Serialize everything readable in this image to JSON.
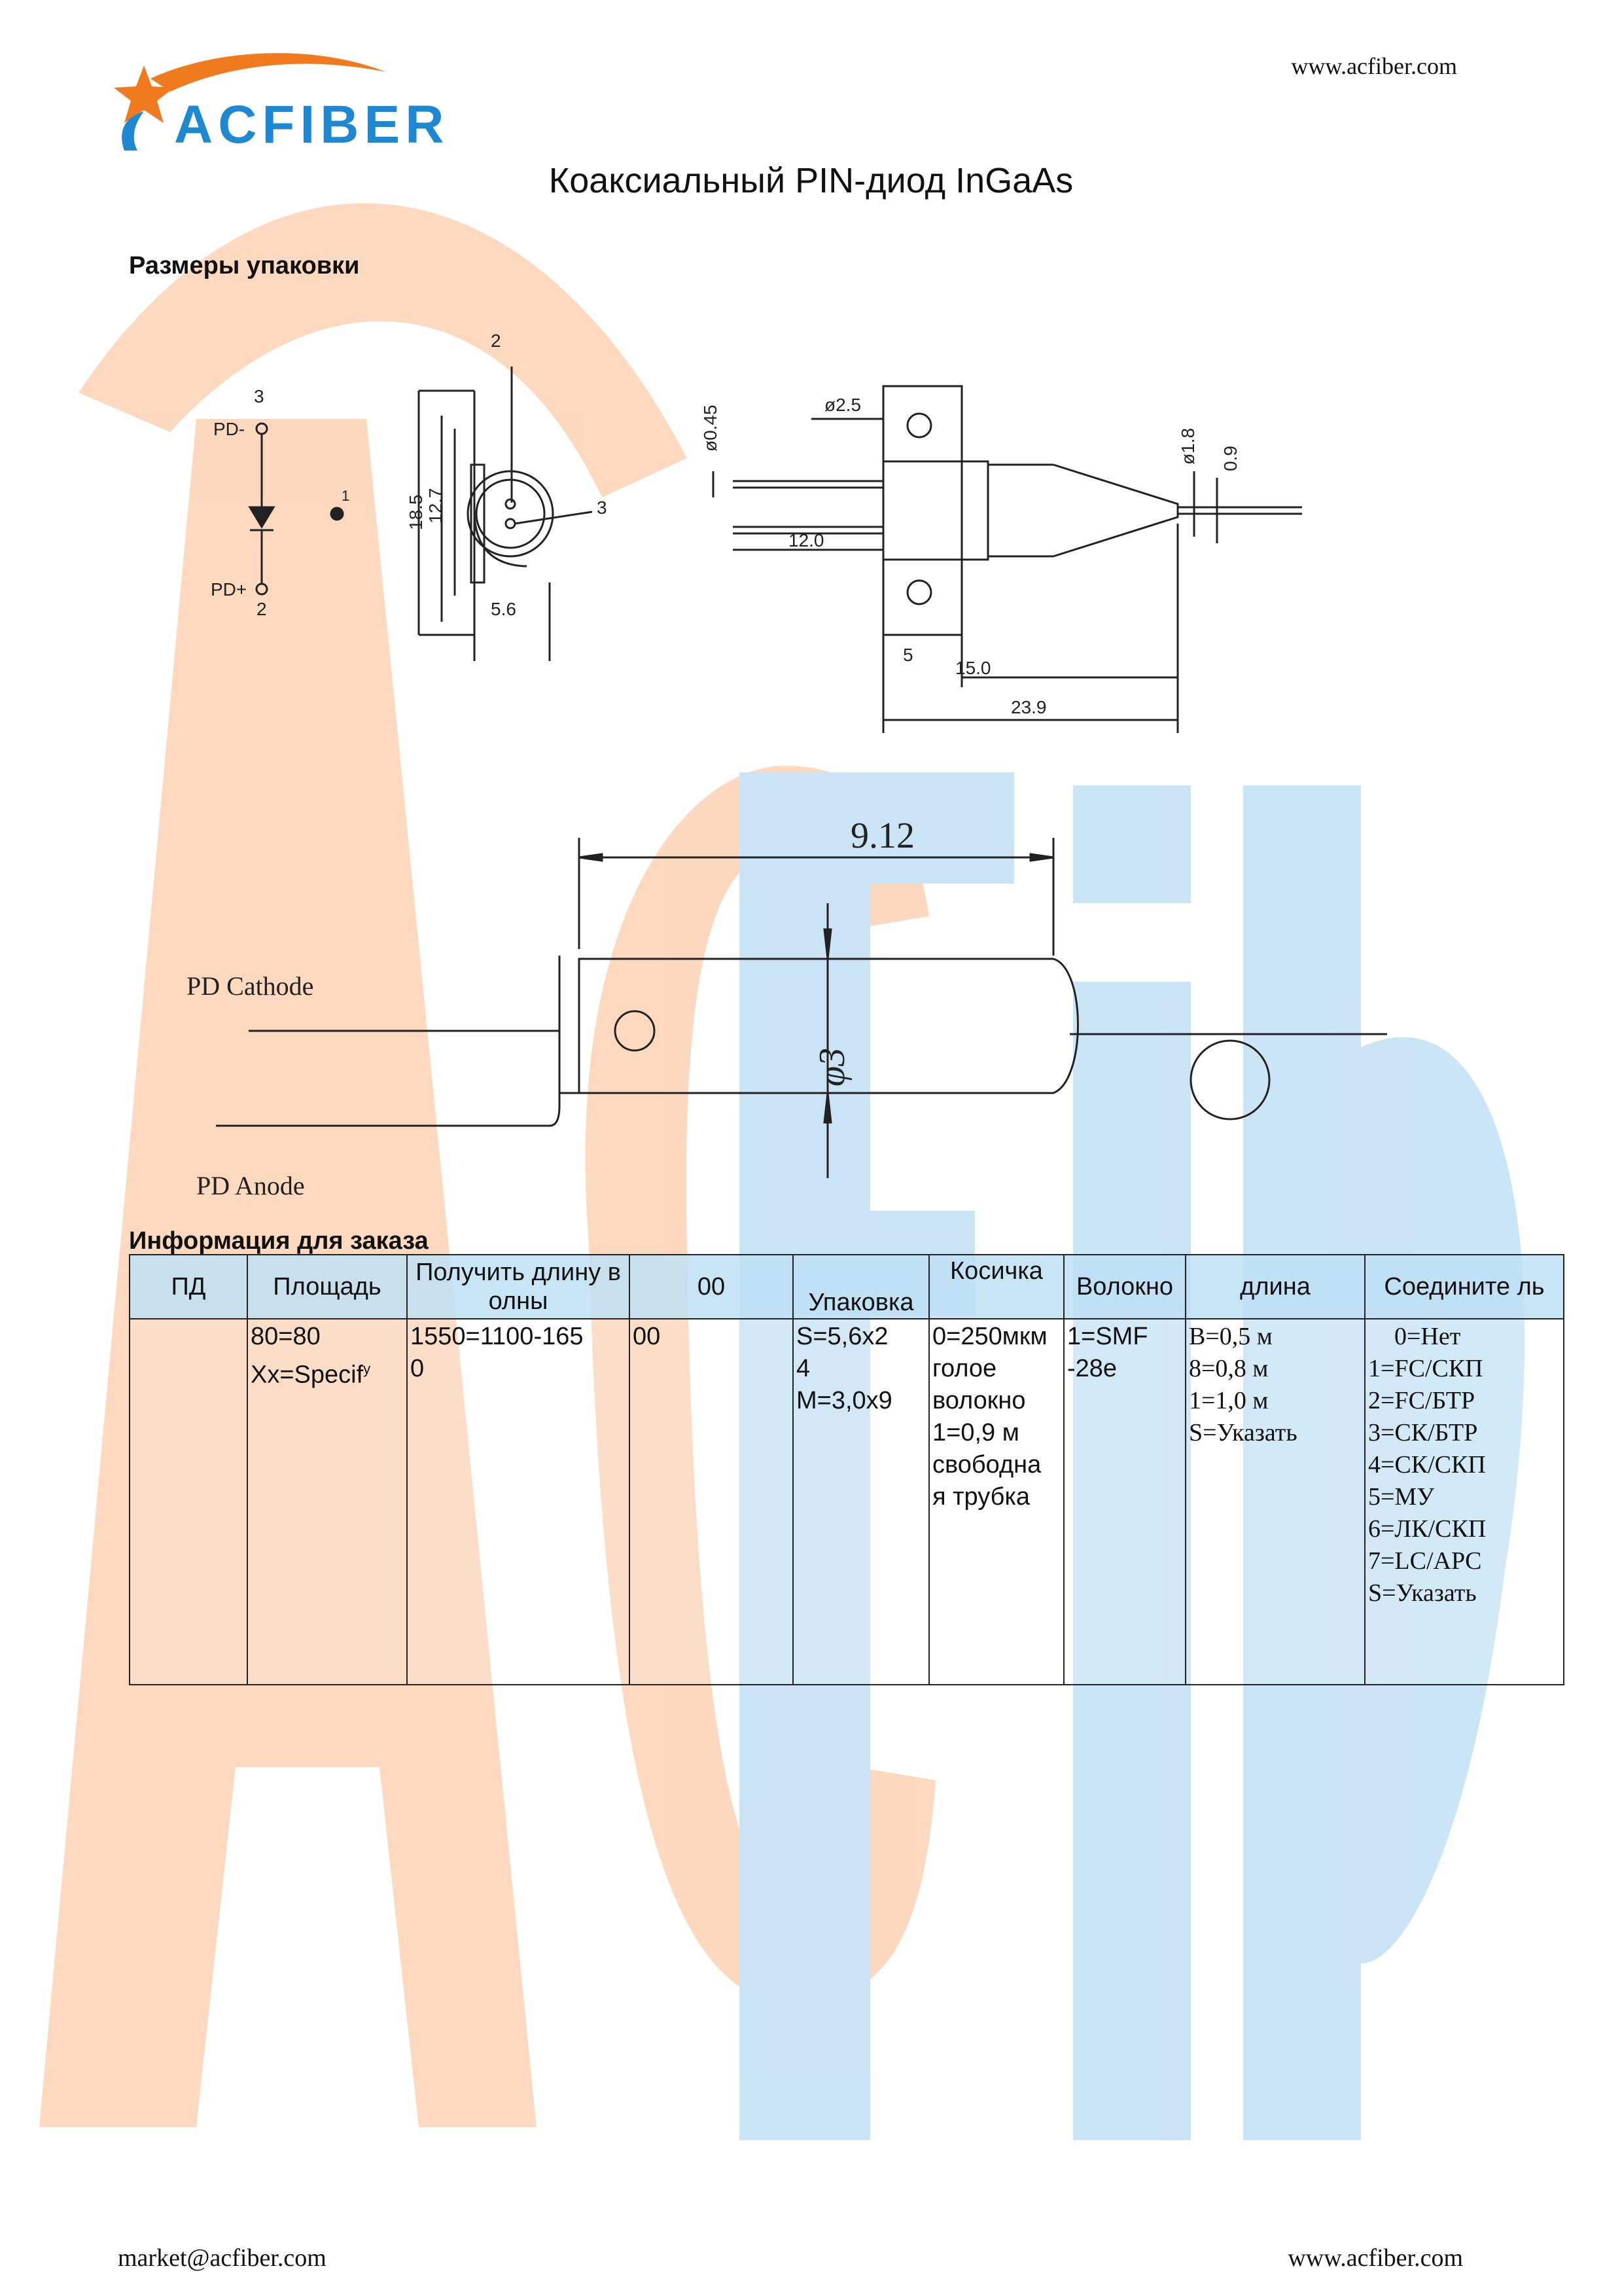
{
  "header": {
    "url": "www.acfiber.com",
    "logo_text": "ACFIBER",
    "brand_orange": "#F07A1E",
    "brand_blue": "#1E88D2"
  },
  "title": "Коаксиальный PIN-диод InGaAs",
  "section_package": "Размеры упаковки",
  "drawing1": {
    "pin3": "3",
    "pd_minus": "PD-",
    "pd_plus": "PD+",
    "pin2_bottom": "2",
    "pin1": "1",
    "top2": "2",
    "dim_185": "18.5",
    "dim_127": "12.7",
    "dim_56": "5.6",
    "pin_3": "3",
    "phi045": "ø0.45",
    "phi25": "ø2.5",
    "dim_120": "12.0",
    "dim_5": "5",
    "dim_150": "15.0",
    "dim_239": "23.9",
    "phi18": "ø1.8",
    "dim_09": "0.9"
  },
  "drawing2": {
    "dim_912": "9.12",
    "phi3": "φ3",
    "cathode": "PD Cathode",
    "anode": "PD Anode"
  },
  "section_order": "Информация для заказа",
  "table": {
    "headers": [
      "ПД",
      "Площадь",
      "Получить длину волны",
      "00",
      "Упаковка",
      "Косичка",
      "Волокно",
      "длина",
      "Соедините ль"
    ],
    "cells": {
      "area": [
        "80=80",
        "Xx=Specif"
      ],
      "area_sup": "y",
      "wavelength": [
        "1550=1100-165",
        "0"
      ],
      "zeros": [
        "00"
      ],
      "package": [
        "S=5,6x2",
        "4",
        "M=3,0x9"
      ],
      "pigtail": [
        "0=250мкм",
        "голое",
        "волокно",
        "1=0,9 м",
        "свободна",
        "я трубка"
      ],
      "fiber": [
        "1=SMF",
        "-28e"
      ],
      "length": [
        "B=0,5 м",
        "8=0,8 м",
        "1=1,0 м",
        "S=Указать"
      ],
      "connector": [
        "0=Нет",
        "1=FC/СКП",
        "2=FC/БТР",
        "3=СК/БТР",
        "4=СК/СКП",
        "5=МУ",
        "6=ЛК/СКП",
        "7=LC/APC",
        "S=Указать"
      ]
    }
  },
  "footer": {
    "email": "market@acfiber.com",
    "url": "www.acfiber.com"
  },
  "watermark_text": "AC fiber"
}
